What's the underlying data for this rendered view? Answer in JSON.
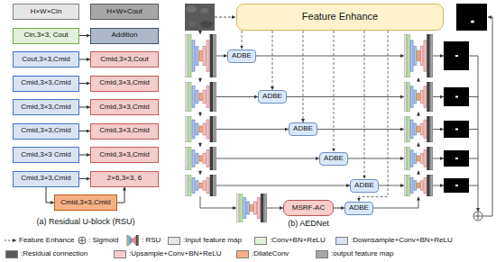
{
  "diagram": {
    "nodes": [
      {
        "text": [
          "H×W×Cin"
        ]
      },
      {
        "text": [
          "H×W×Cout"
        ]
      },
      {
        "text": [
          "Cin,3×3, Cout"
        ]
      },
      {
        "text": [
          "Addition"
        ]
      },
      {
        "text": [
          "Cout,3×3,Cmid"
        ]
      },
      {
        "text": [
          "Cmid,3×3,Cout"
        ]
      },
      {
        "text": [
          "Cmid,3×3,Cmid"
        ]
      },
      {
        "text": [
          "Cmid,3×3,Cmid"
        ]
      },
      {
        "text": [
          "Cmid,3×3,Cmid"
        ]
      },
      {
        "text": [
          "Cmid,3×3,Cmid"
        ]
      },
      {
        "text": [
          "Cmid,3×3,Cmid"
        ]
      },
      {
        "text": [
          "Cmid,3×3,Cmid"
        ]
      },
      {
        "text": [
          "Cmid,3×3 Cmid"
        ]
      },
      {
        "text": [
          "Cmid,3×3,Cmid"
        ]
      },
      {
        "text": [
          "Cmid,3×3,Cmid"
        ]
      },
      {
        "text": [
          "2×6,3×3, 6"
        ]
      },
      {
        "text": [
          "Cmid,3×3,Cmid"
        ]
      },
      {
        "text": [
          "Feature Enhance"
        ]
      },
      {
        "text": [
          "ADBE"
        ]
      },
      {
        "text": [
          "ADBE"
        ]
      },
      {
        "text": [
          "ADBE"
        ]
      },
      {
        "text": [
          "ADBE"
        ]
      },
      {
        "text": [
          "ADBE"
        ]
      },
      {
        "text": [
          "MSRF-AC"
        ]
      },
      {
        "text": [
          "ADBE"
        ]
      }
    ],
    "edges": [
      {
        "from": 2,
        "to": 3,
        "arrow": "to"
      },
      {
        "from": 4,
        "to": 5,
        "arrow": "to"
      },
      {
        "from": 6,
        "to": 7,
        "arrow": "to"
      },
      {
        "from": 8,
        "to": 9,
        "arrow": "to"
      },
      {
        "from": 10,
        "to": 11,
        "arrow": "to"
      },
      {
        "from": 12,
        "to": 13,
        "arrow": "to"
      },
      {
        "from": 14,
        "to": 15,
        "arrow": "to"
      },
      {
        "from": 14,
        "to": 16,
        "arrow": "to"
      },
      {
        "from": 16,
        "to": 15,
        "arrow": "to"
      },
      {
        "from": 17,
        "to": 18,
        "arrow": "to"
      },
      {
        "from": 17,
        "to": 19,
        "arrow": "to"
      },
      {
        "from": 17,
        "to": 20,
        "arrow": "to"
      },
      {
        "from": 17,
        "to": 21,
        "arrow": "to"
      },
      {
        "from": 17,
        "to": 22,
        "arrow": "to"
      },
      {
        "from": 17,
        "to": 24,
        "arrow": "to"
      },
      {
        "from": 23,
        "to": 24,
        "arrow": "to"
      }
    ],
    "labels": [
      "(a) Residual U-block (RSU)",
      "(b) AEDNet"
    ],
    "legend": [
      {
        "text": "Feature Enhance"
      },
      {
        "text": ": Sigmoid"
      },
      {
        "text": ": RSU"
      },
      {
        "text": ":Input feature map",
        "color": "#e7e6e6"
      },
      {
        "text": ":Conv+BN+ReLU",
        "color": "#e2f0d9"
      },
      {
        "text": ":Downsample+Conv+BN+ReLU",
        "color": "#dae3f3"
      },
      {
        "text": ":Residual connection",
        "color": "#595959"
      },
      {
        "text": ":Upsample+Conv+BN+ReLU",
        "color": "#f4cccc"
      },
      {
        "text": ":DilateConv",
        "color": "#f4b183"
      },
      {
        "text": ":output feature map",
        "color": "#a6a6a6"
      }
    ]
  }
}
